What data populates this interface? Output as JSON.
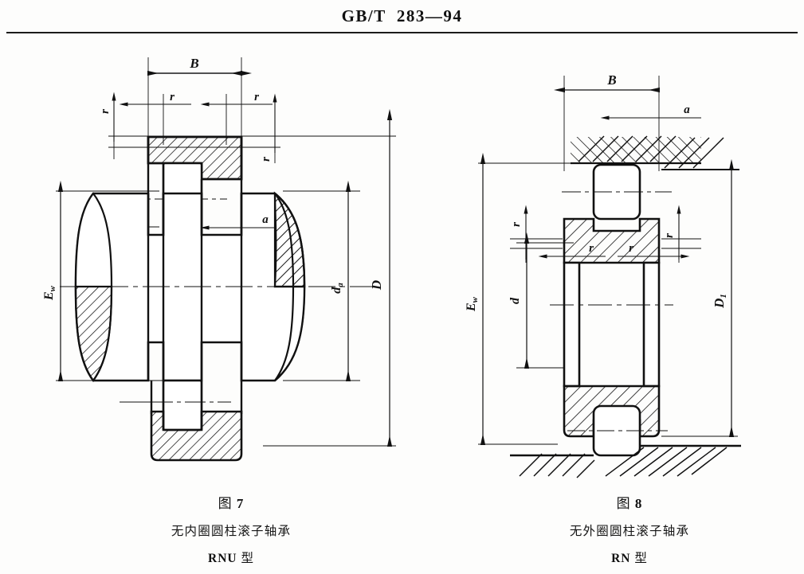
{
  "header": {
    "standard_title": "GB/T  283—94"
  },
  "figures": [
    {
      "id": "fig7",
      "caption_figure_prefix": "图",
      "caption_figure_number": "7",
      "caption_description": "无内圈圆柱滚子轴承",
      "caption_type_code": "RNU",
      "caption_type_suffix": "型",
      "dimensions": {
        "B": "B",
        "r_top_left": "r",
        "r_top_left_outer": "r",
        "r_top_right": "r",
        "r_right_outer": "r",
        "a": "a",
        "Ew": "E",
        "Ew_sub": "w",
        "da": "d",
        "da_sub": "a",
        "D": "D"
      }
    },
    {
      "id": "fig8",
      "caption_figure_prefix": "图",
      "caption_figure_number": "8",
      "caption_description": "无外圈圆柱滚子轴承",
      "caption_type_code": "RN",
      "caption_type_suffix": "型",
      "dimensions": {
        "B": "B",
        "a": "a",
        "r_left_upper": "r",
        "r_right_upper": "r",
        "r_mid_left": "r",
        "r_mid_right": "r",
        "Ew": "E",
        "Ew_sub": "w",
        "d": "d",
        "D1": "D",
        "D1_sub": "1"
      }
    }
  ],
  "colors": {
    "ink": "#111111",
    "paper": "#fdfdfc",
    "rule": "#1b1b1b"
  }
}
